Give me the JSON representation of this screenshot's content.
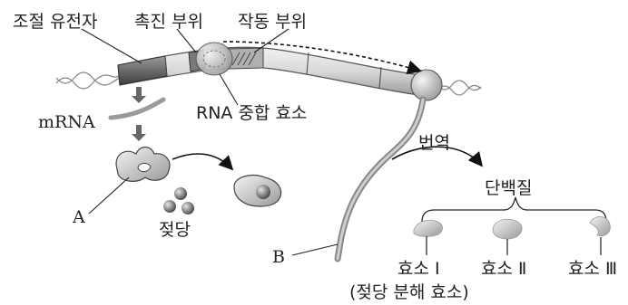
{
  "labels": {
    "regulatory_gene": "조절 유전자",
    "promoter": "촉진 부위",
    "operator": "작동 부위",
    "mrna": "mRNA",
    "rna_polymerase": "RNA 중합 효소",
    "label_a": "A",
    "lactose": "젖당",
    "label_b": "B",
    "translation": "번역",
    "protein": "단백질",
    "enzyme_1": "효소 Ⅰ",
    "enzyme_2": "효소 Ⅱ",
    "enzyme_3": "효소 Ⅲ",
    "enzyme_1_note": "(젖당 분해 효소)"
  },
  "colors": {
    "dna_tube": "#d6d6d6",
    "regulatory_segment": "#6e6e6e",
    "polymerase": "#d3d3d3",
    "mrna": "#a9a9a9",
    "arrow": "#666666"
  }
}
